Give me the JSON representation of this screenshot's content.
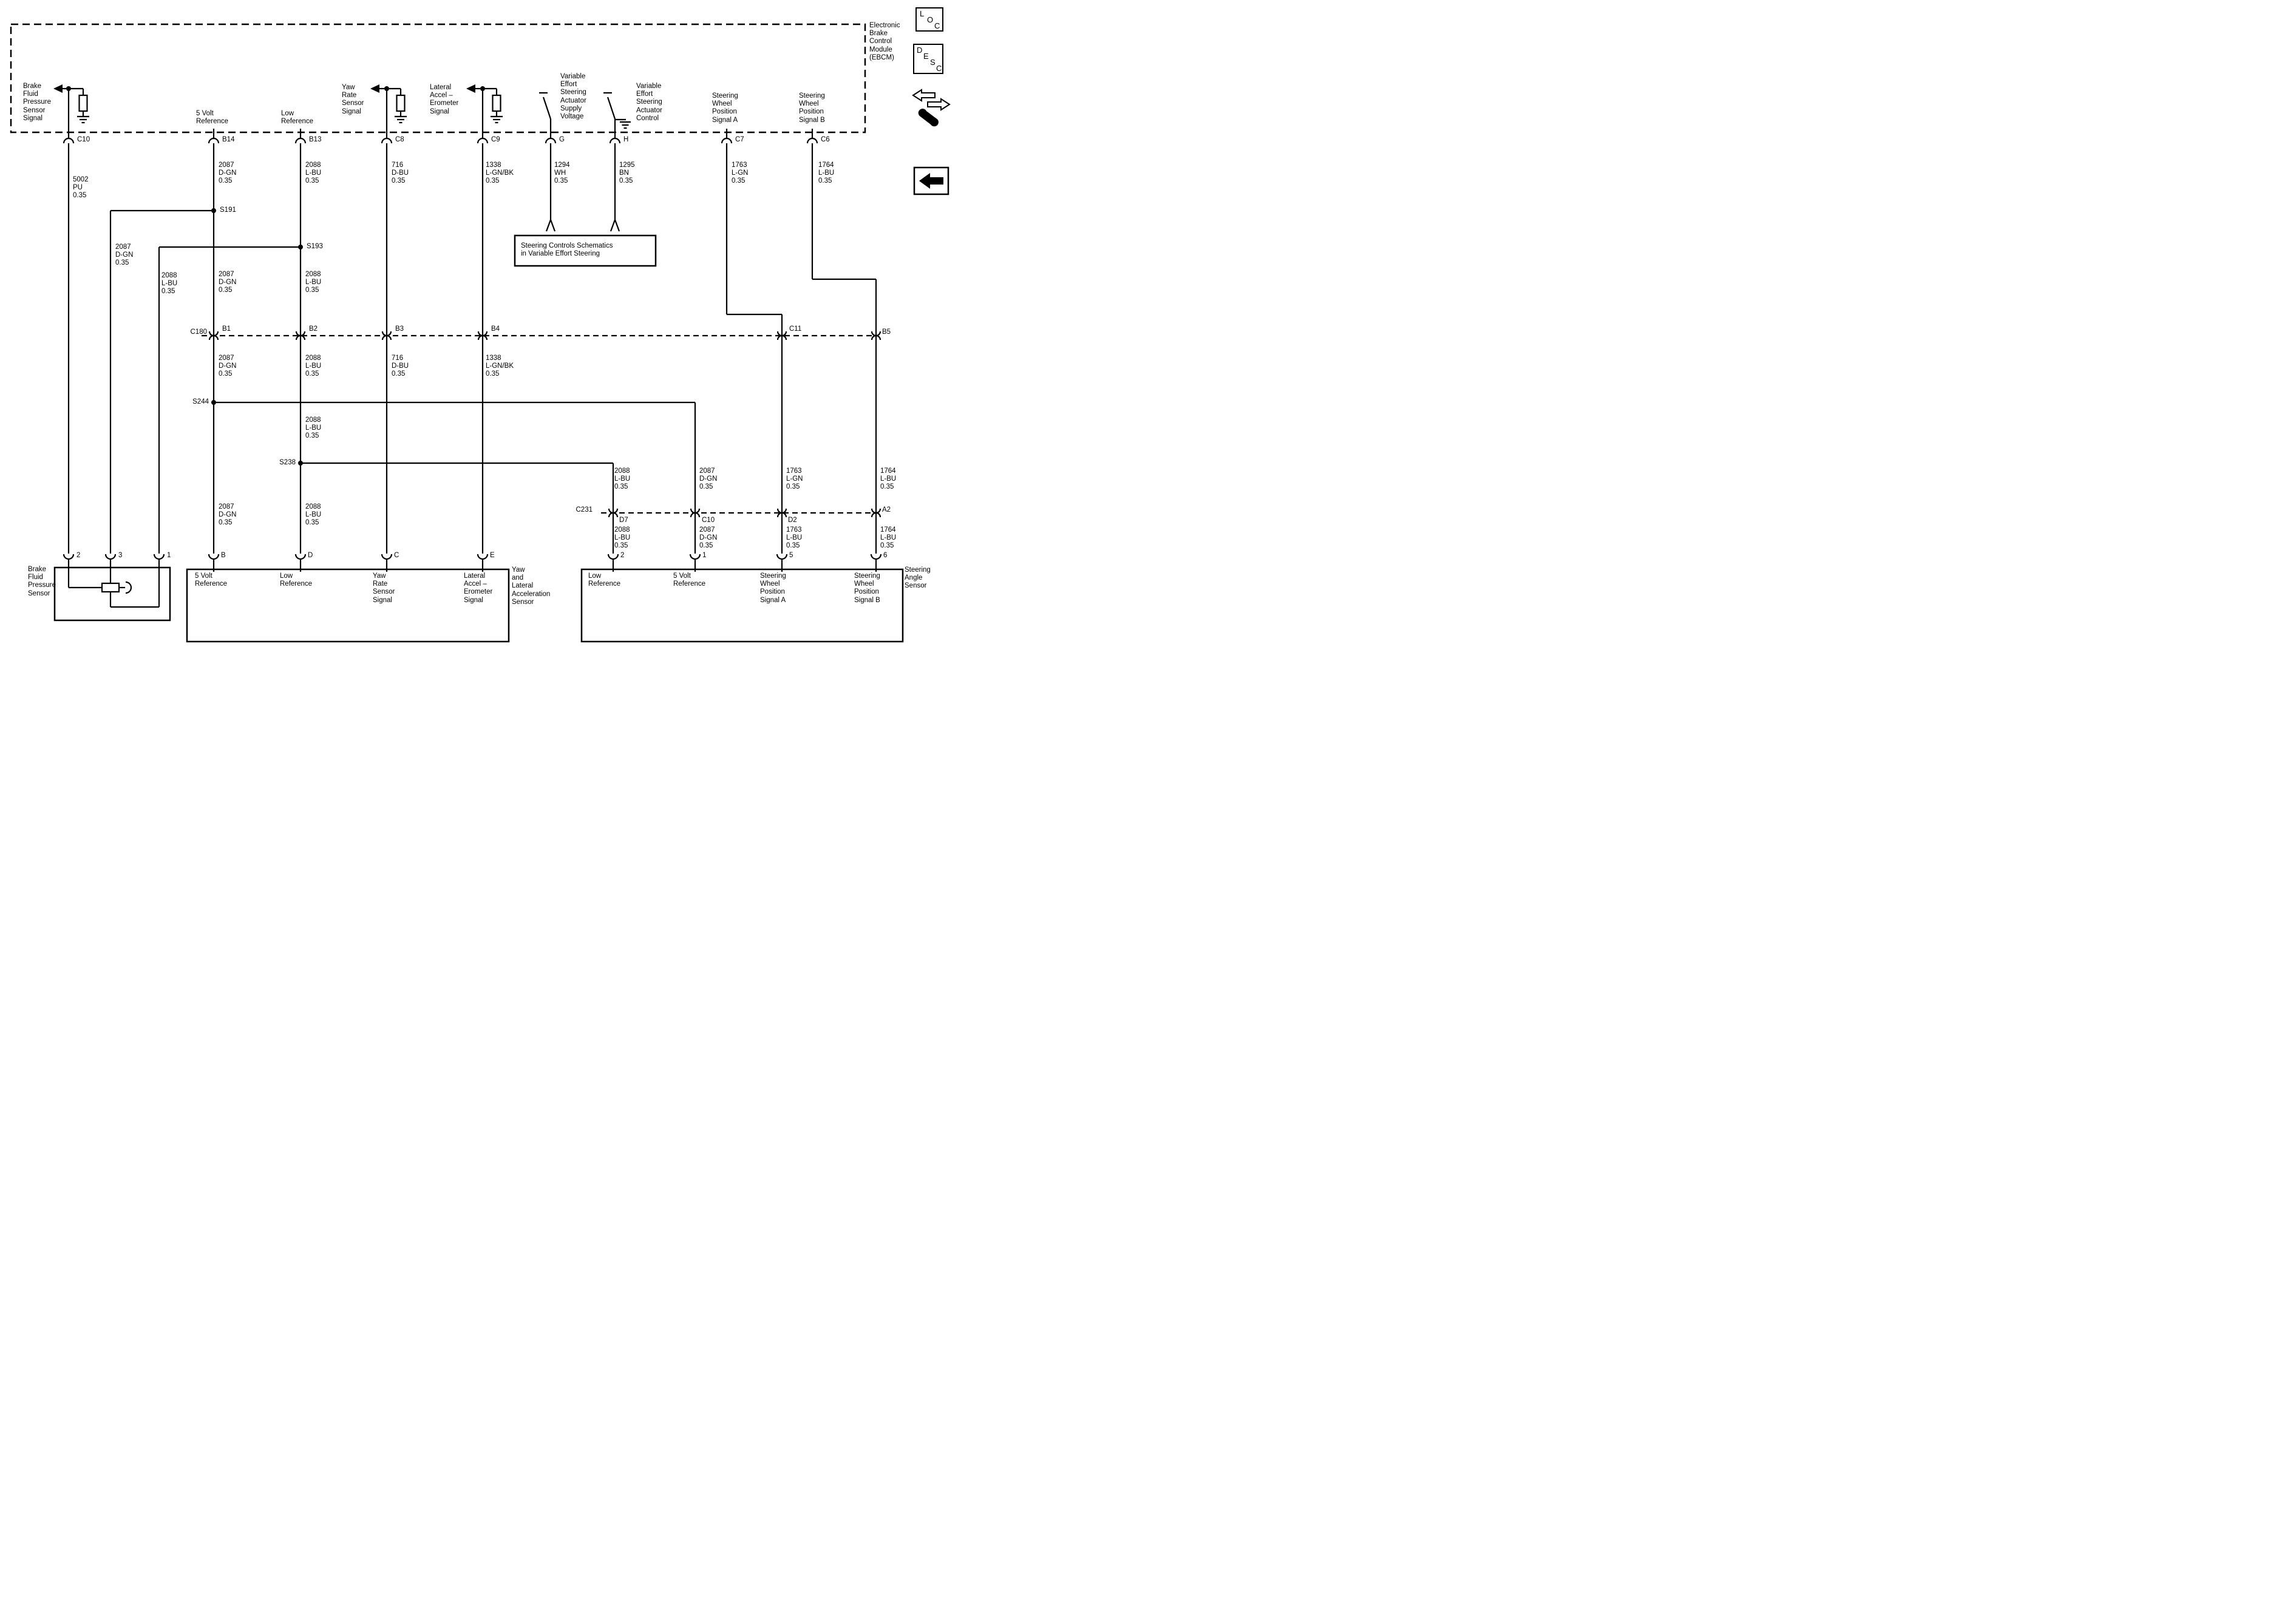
{
  "ebcm": {
    "name": "Electronic\nBrake\nControl\nModule\n(EBCM)",
    "signals": {
      "brake": "Brake\nFluid\nPressure\nSensor\nSignal",
      "five_volt": "5 Volt\nReference",
      "low_ref": "Low\nReference",
      "yaw": "Yaw\nRate\nSensor\nSignal",
      "lateral": "Lateral\nAccel –\nErometer\nSignal",
      "vess_supply": "Variable\nEffort\nSteering\nActuator\nSupply\nVoltage",
      "vess_control": "Variable\nEffort\nSteering\nActuator\nControl",
      "swps_a": "Steering\nWheel\nPosition\nSignal A",
      "swps_b": "Steering\nWheel\nPosition\nSignal B"
    },
    "pins": {
      "c10": "C10",
      "b14": "B14",
      "b13": "B13",
      "c8": "C8",
      "c9": "C9",
      "g": "G",
      "h": "H",
      "c7": "C7",
      "c6": "C6"
    }
  },
  "wires": {
    "w5002": "5002\nPU\n0.35",
    "w2087": "2087\nD-GN\n0.35",
    "w2088": "2088\nL-BU\n0.35",
    "w716": "716\nD-BU\n0.35",
    "w1338": "1338\nL-GN/BK\n0.35",
    "w1294": "1294\nWH\n0.35",
    "w1295": "1295\nBN\n0.35",
    "w1763gn": "1763\nL-GN\n0.35",
    "w1763bu": "1763\nL-BU\n0.35",
    "w1764": "1764\nL-BU\n0.35"
  },
  "splices": {
    "s191": "S191",
    "s193": "S193",
    "s244": "S244",
    "s238": "S238"
  },
  "c180": {
    "name": "C180",
    "pins": [
      "B1",
      "B2",
      "B3",
      "B4",
      "C11",
      "B5"
    ]
  },
  "c231": {
    "name": "C231",
    "pins": [
      "D7",
      "C10",
      "D2",
      "A2"
    ]
  },
  "sensors": {
    "brake": {
      "name": "Brake\nFluid\nPressure\nSensor",
      "pins": [
        "2",
        "3",
        "1"
      ]
    },
    "yaw": {
      "name": "Yaw\nand\nLateral\nAcceleration\nSensor",
      "pins": [
        "B",
        "D",
        "C",
        "E"
      ],
      "signals": [
        "5 Volt\nReference",
        "Low\nReference",
        "Yaw\nRate\nSensor\nSignal",
        "Lateral\nAccel –\nErometer\nSignal"
      ]
    },
    "steering": {
      "name": "Steering\nAngle\nSensor",
      "pins": [
        "2",
        "1",
        "5",
        "6"
      ],
      "signals": [
        "Low\nReference",
        "5 Volt\nReference",
        "Steering\nWheel\nPosition\nSignal A",
        "Steering\nWheel\nPosition\nSignal B"
      ]
    }
  },
  "note_box": "Steering Controls Schematics\nin Variable Effort Steering",
  "icons": {
    "loc": [
      "L",
      "O",
      "C"
    ],
    "desc": [
      "D",
      "E",
      "S",
      "C"
    ]
  },
  "colors": {
    "line": "#000000",
    "background": "#ffffff"
  }
}
